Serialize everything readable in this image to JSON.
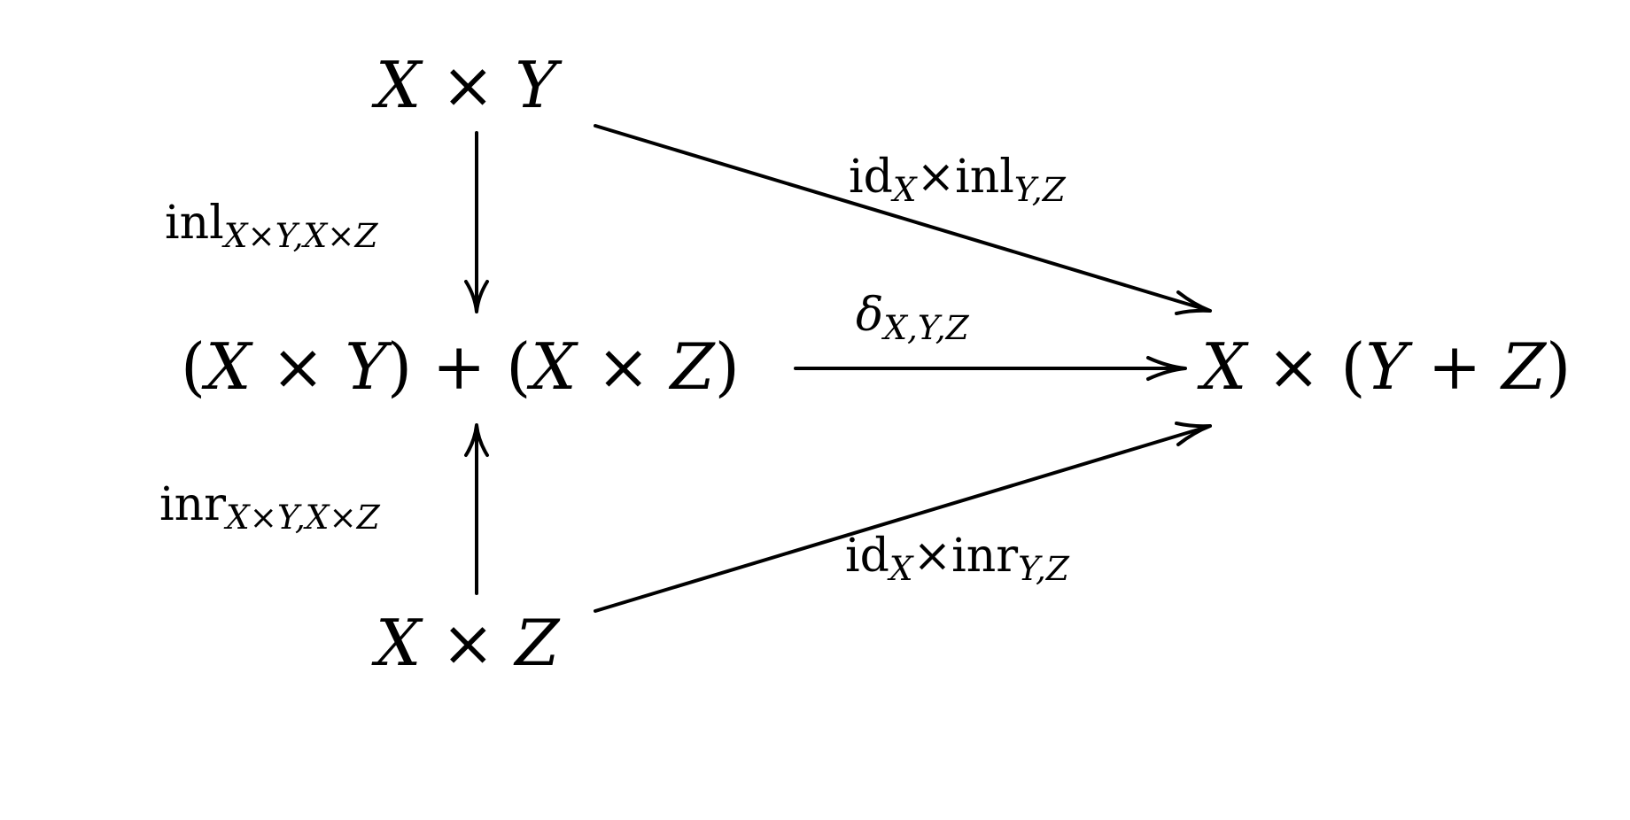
{
  "nodes": {
    "top": "X × Y",
    "middle_left": "(X × Y) + (X × Z)",
    "bottom": "X × Z",
    "right": "X × (Y + Z)"
  },
  "labels": {
    "inl": {
      "name": "inl",
      "subscript": "X×Y,X×Z"
    },
    "inr": {
      "name": "inr",
      "subscript": "X×Y,X×Z"
    },
    "delta": {
      "name": "δ",
      "subscript": "X,Y,Z"
    },
    "upper_diag": {
      "id": "id",
      "id_sub": "X",
      "times": "×",
      "name": "inl",
      "subscript": "Y,Z"
    },
    "lower_diag": {
      "id": "id",
      "id_sub": "X",
      "times": "×",
      "name": "inr",
      "subscript": "Y,Z"
    }
  },
  "arrows": [
    {
      "from": "top",
      "to": "middle_left",
      "label": "inl"
    },
    {
      "from": "bottom",
      "to": "middle_left",
      "label": "inr"
    },
    {
      "from": "middle_left",
      "to": "right",
      "label": "delta"
    },
    {
      "from": "top",
      "to": "right",
      "label": "upper_diag"
    },
    {
      "from": "bottom",
      "to": "right",
      "label": "lower_diag"
    }
  ]
}
